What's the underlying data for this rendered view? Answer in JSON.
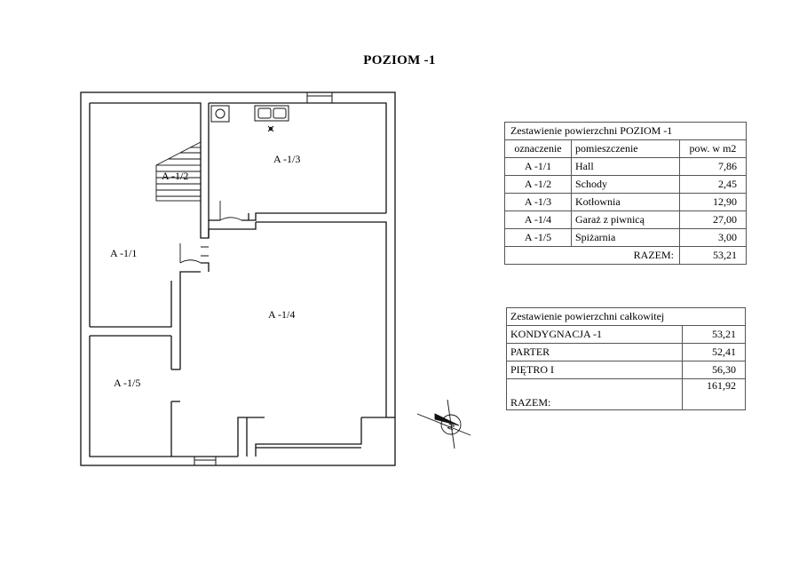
{
  "title": "POZIOM -1",
  "rooms": [
    {
      "code": "A -1/1"
    },
    {
      "code": "A -1/2"
    },
    {
      "code": "A -1/3"
    },
    {
      "code": "A -1/4"
    },
    {
      "code": "A -1/5"
    }
  ],
  "table1": {
    "caption": "Zestawienie powierzchni POZIOM -1",
    "headers": {
      "code": "oznaczenie",
      "name": "pomieszczenie",
      "area": "pow. w m2"
    },
    "rows": [
      {
        "code": "A -1/1",
        "name": "Hall",
        "area": "7,86"
      },
      {
        "code": "A -1/2",
        "name": "Schody",
        "area": "2,45"
      },
      {
        "code": "A -1/3",
        "name": "Kotłownia",
        "area": "12,90"
      },
      {
        "code": "A -1/4",
        "name": "Garaż z piwnicą",
        "area": "27,00"
      },
      {
        "code": "A -1/5",
        "name": "Spiżarnia",
        "area": "3,00"
      }
    ],
    "total_label": "RAZEM:",
    "total_value": "53,21"
  },
  "table2": {
    "caption": "Zestawienie powierzchni całkowitej",
    "rows": [
      {
        "name": "KONDYGNACJA -1",
        "area": "53,21"
      },
      {
        "name": "PARTER",
        "area": "52,41"
      },
      {
        "name": "PIĘTRO I",
        "area": "56,30"
      }
    ],
    "total_label": "RAZEM:",
    "total_value": "161,92"
  },
  "compass": {
    "letter": "N"
  }
}
